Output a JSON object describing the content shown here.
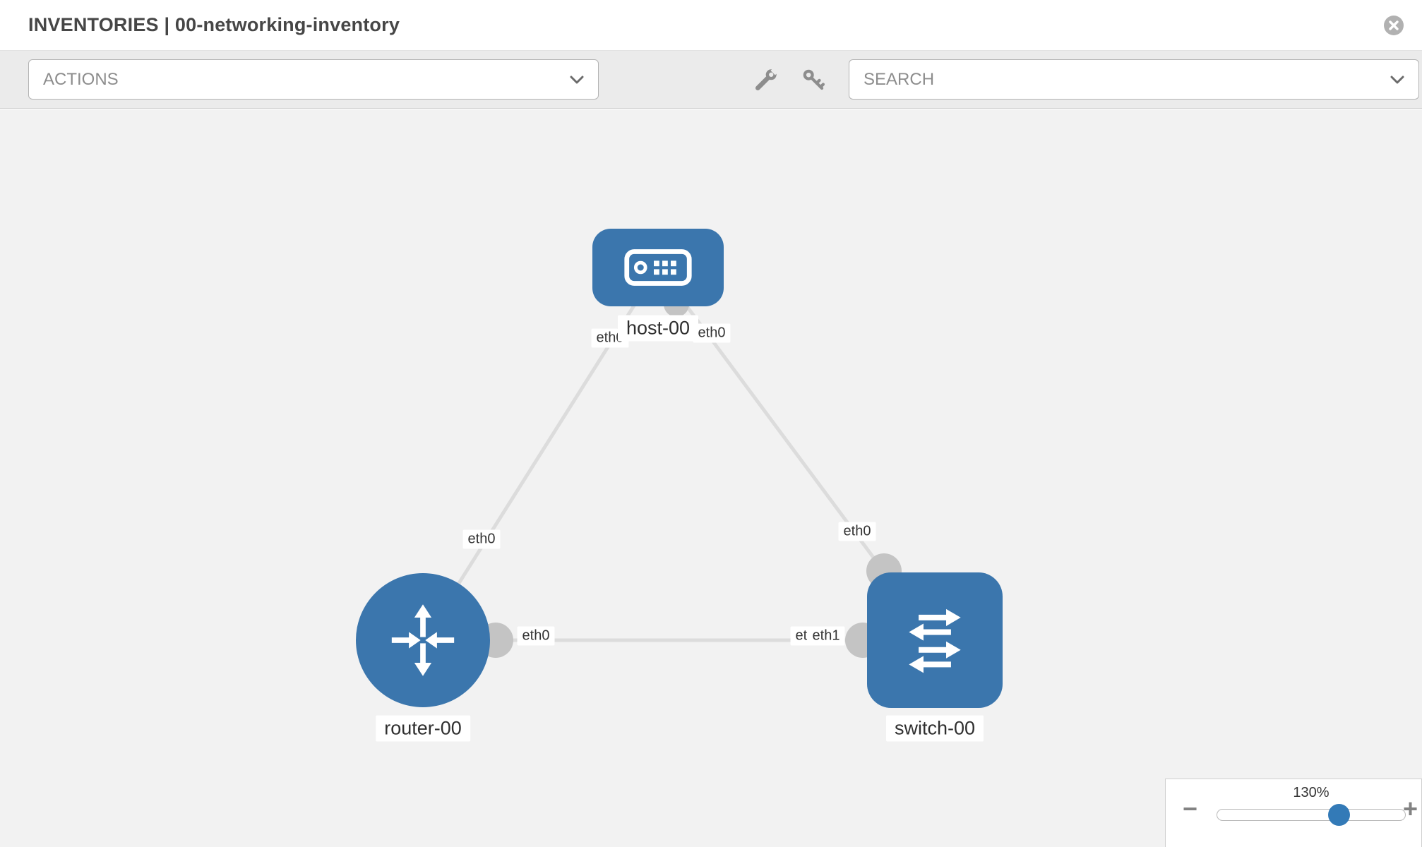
{
  "header": {
    "title": "INVENTORIES | 00-networking-inventory"
  },
  "toolbar": {
    "actions_label": "ACTIONS",
    "search_label": "SEARCH"
  },
  "topology": {
    "nodes": [
      {
        "label": "host-00",
        "type": "host"
      },
      {
        "label": "router-00",
        "type": "router"
      },
      {
        "label": "switch-00",
        "type": "switch"
      }
    ],
    "links": [
      {
        "from": "host-00",
        "from_interface": "eth0",
        "to": "router-00",
        "to_interface": "eth0"
      },
      {
        "from": "host-00",
        "from_interface": "eth0",
        "to": "switch-00",
        "to_interface": "eth0"
      },
      {
        "from": "router-00",
        "from_interface": "eth0",
        "to": "switch-00",
        "to_interface": "eth1",
        "to_interface_overlapped": "eth0"
      }
    ]
  },
  "zoom": {
    "level": "130%",
    "minus_label": "−",
    "plus_label": "+"
  },
  "colors": {
    "node_blue": "#3b76ad",
    "accent": "#337ab7",
    "link": "#dcdcdc",
    "connector": "#c4c4c4"
  }
}
